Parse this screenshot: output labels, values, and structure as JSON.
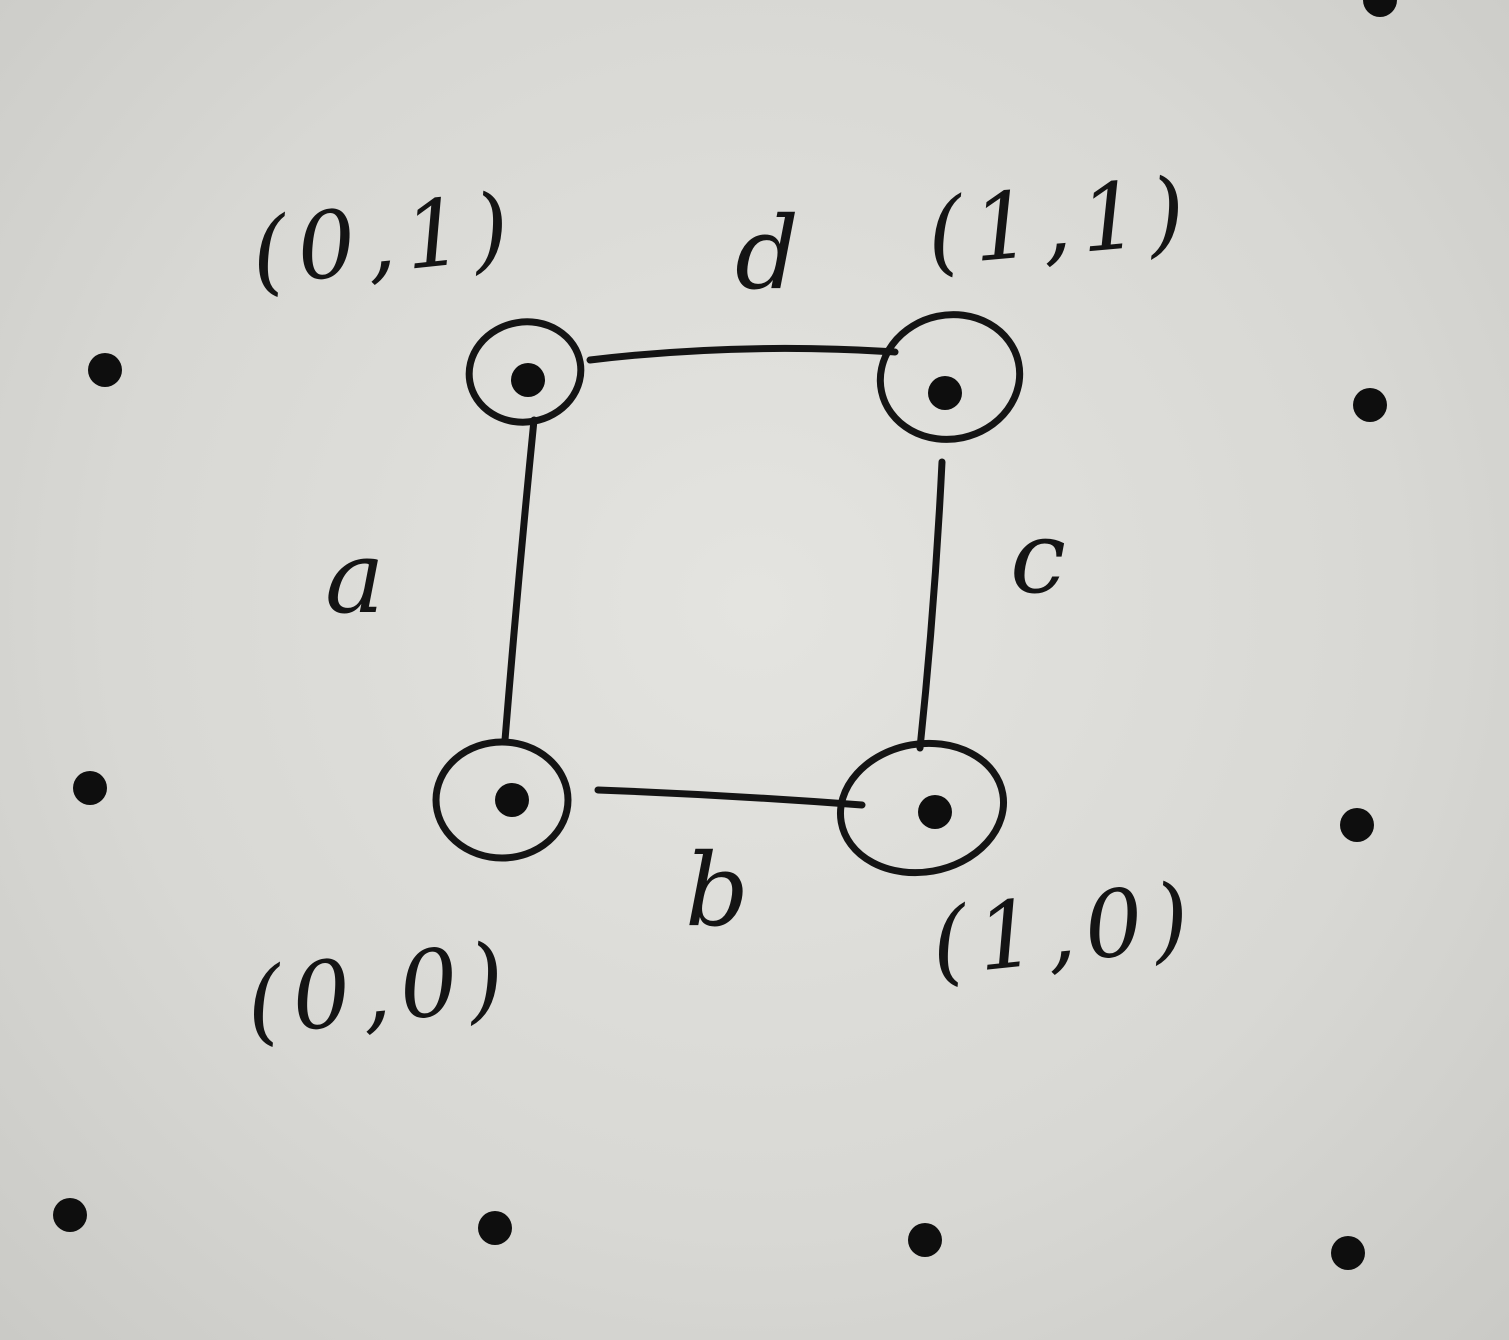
{
  "diagram": {
    "vertices": [
      {
        "id": "v01",
        "label": "(0,1)"
      },
      {
        "id": "v11",
        "label": "(1,1)"
      },
      {
        "id": "v00",
        "label": "(0,0)"
      },
      {
        "id": "v10",
        "label": "(1,0)"
      }
    ],
    "edges": [
      {
        "id": "e-a",
        "from": "v00",
        "to": "v01",
        "label": "a"
      },
      {
        "id": "e-b",
        "from": "v00",
        "to": "v10",
        "label": "b"
      },
      {
        "id": "e-c",
        "from": "v10",
        "to": "v11",
        "label": "c"
      },
      {
        "id": "e-d",
        "from": "v01",
        "to": "v11",
        "label": "d"
      }
    ],
    "colors": {
      "ink": "#141414",
      "paper": "#dcdcd8"
    }
  }
}
